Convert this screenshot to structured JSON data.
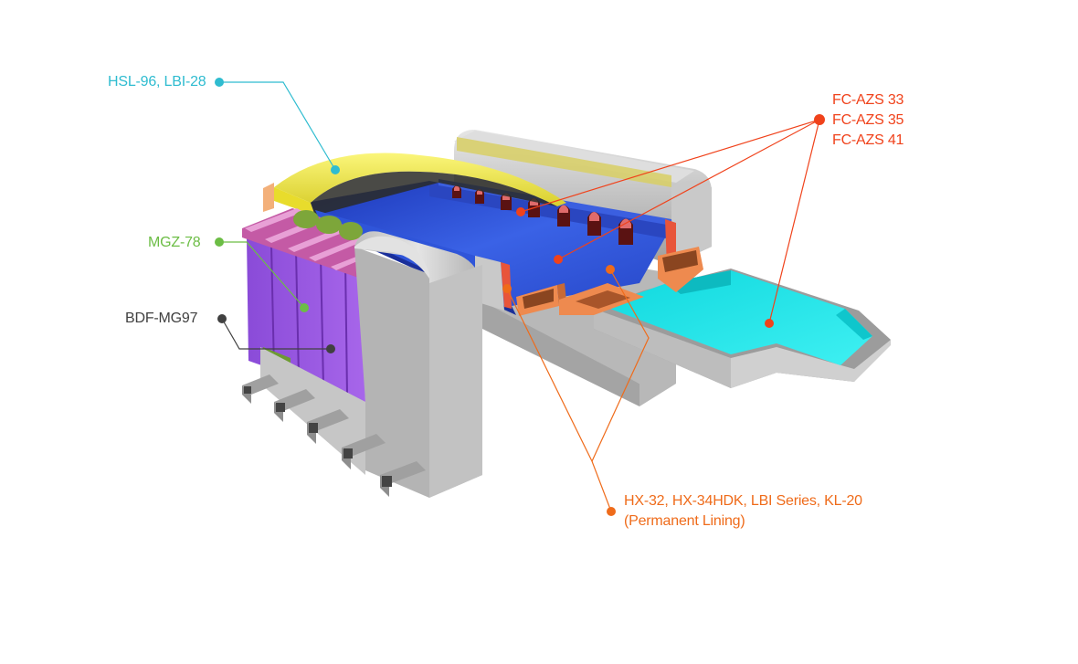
{
  "labels": {
    "hsl": {
      "text": "HSL-96, LBI-28",
      "color": "#2fbcd0"
    },
    "mgz": {
      "text": "MGZ-78",
      "color": "#6cbd45"
    },
    "bdf": {
      "text": "BDF-MG97",
      "color": "#404040"
    },
    "fc": {
      "lines": [
        "FC-AZS 33",
        "FC-AZS 35",
        "FC-AZS 41"
      ],
      "color": "#f0421b"
    },
    "hx": {
      "lines": [
        "HX-32, HX-34HDK, LBI Series, KL-20",
        "(Permanent Lining)"
      ],
      "color": "#ef6b1a"
    }
  },
  "colors": {
    "crown": "#f4ee52",
    "regenerator_checker": "#9b5be0",
    "regenerator_top": "#c85aa8",
    "melter_floor": "#2f55d9",
    "working_end": "#20e6e8",
    "sidewall": "#e8553a",
    "port": "#ec8a50",
    "shell": "#d4d4d4",
    "shell_dark": "#a8a8a8",
    "green_bed": "#7fae3a"
  }
}
